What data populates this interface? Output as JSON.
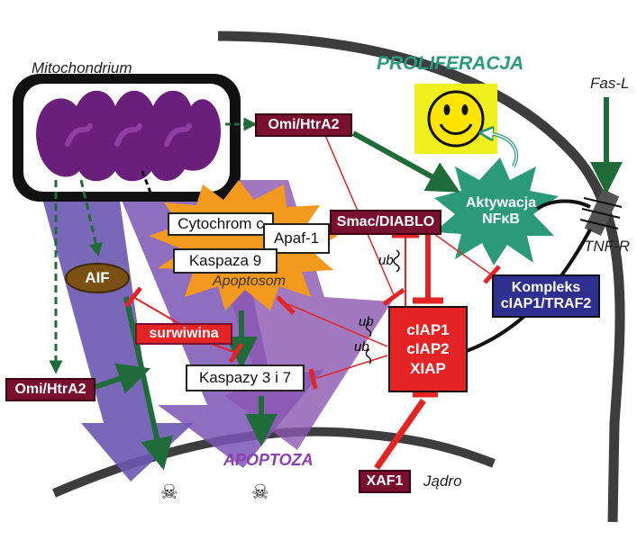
{
  "labels": {
    "mitochondrium": "Mitochondrium",
    "proliferacja": "PROLIFERACJA",
    "fas_l": "Fas-L",
    "tnf_r": "TNF-R",
    "apoptosom": "Apoptosom",
    "apoptoza": "APOPTOZA",
    "jadro": "Jądro",
    "ub1": "ub",
    "ub2": "ub",
    "ub3": "ub"
  },
  "nodes": {
    "omi_htra2_top": "Omi/HtrA2",
    "omi_htra2_left": "Omi/HtrA2",
    "aif": "AIF",
    "cytochrom_c": "Cytochrom c",
    "apaf1": "Apaf-1",
    "kaspaza9": "Kaspaza 9",
    "smac_diablo": "Smac/DIABLO",
    "aktywacja_line1": "Aktywacja",
    "aktywacja_line2": "NFκB",
    "kompleks_line1": "Kompleks",
    "kompleks_line2": "cIAP1/TRAF2",
    "surwiwina": "surwiwina",
    "kaspazy37": "Kaspazy 3 i 7",
    "ciap1": "cIAP1",
    "ciap2": "cIAP2",
    "xiap": "XIAP",
    "xaf1": "XAF1"
  },
  "colors": {
    "activation_arrow": "#1f6b3a",
    "inhibition": "#e32324",
    "maroon_box": "#7a1030",
    "red_box": "#e32324",
    "navy_box": "#2e2f8f",
    "apoptosome_burst": "#f39a1e",
    "nfkb_burst": "#2a9a79",
    "smiley_bg": "#f0f01e",
    "mitochondrion": "#6a1f7a",
    "purple_arrow": "#7b55b5",
    "membrane": "#3d3d3d"
  },
  "icons": {
    "smiley": "smiley-face-icon",
    "skull": "skull-crossbones-icon",
    "receptor": "tnf-receptor-icon"
  }
}
